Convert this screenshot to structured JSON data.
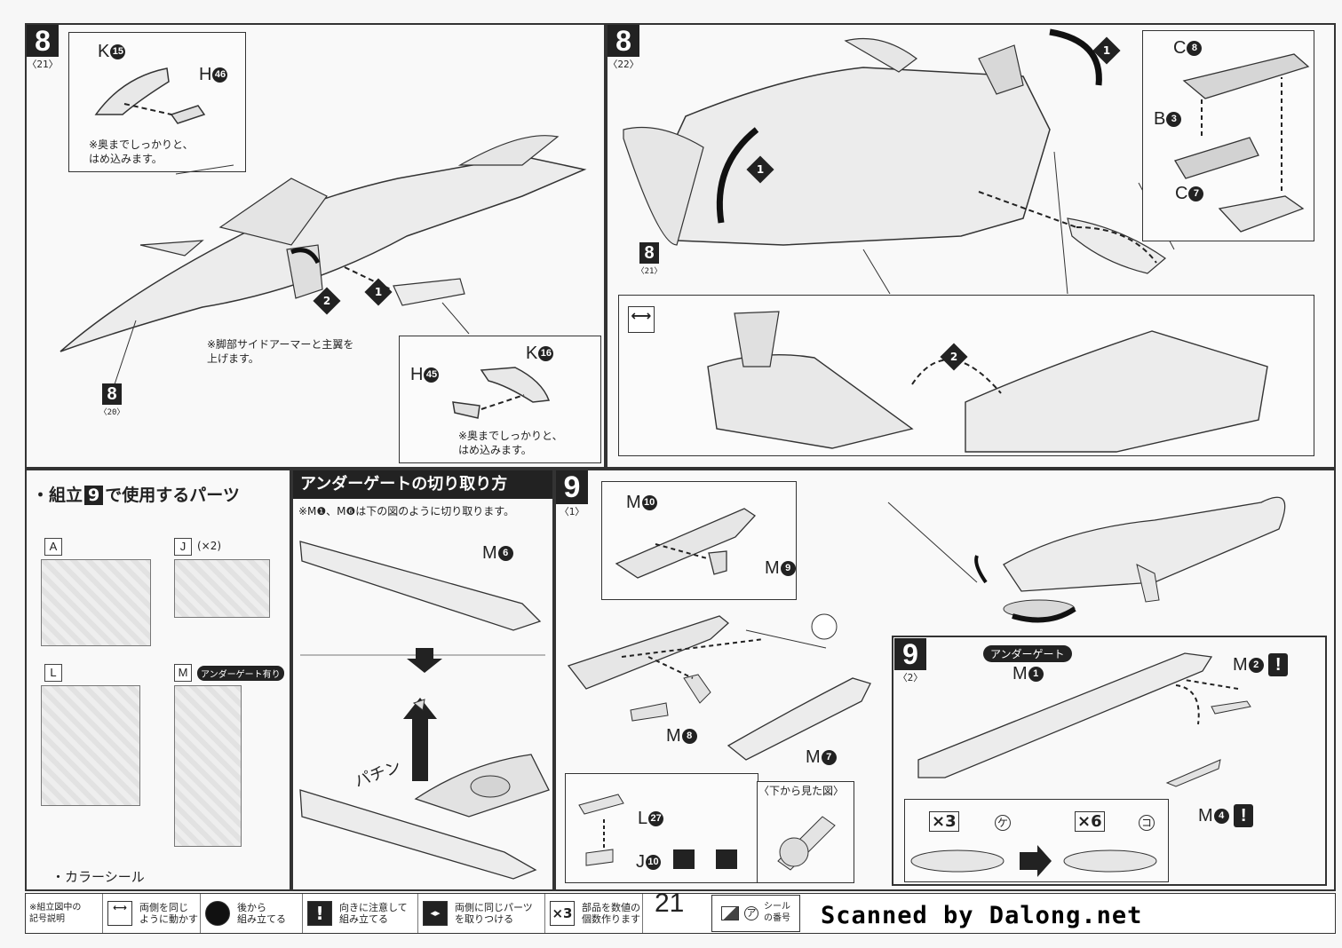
{
  "page_number": "21",
  "watermark": "Scanned by Dalong.net",
  "steps": {
    "s8_21": {
      "num": "8",
      "sub": "〈21〉"
    },
    "s8_22": {
      "num": "8",
      "sub": "〈22〉"
    },
    "s8_20_ref": {
      "num": "8",
      "sub": "〈20〉"
    },
    "s8_21_ref": {
      "num": "8",
      "sub": "〈21〉"
    },
    "s9_1": {
      "num": "9",
      "sub": "〈1〉"
    },
    "s9_2": {
      "num": "9",
      "sub": "〈2〉"
    }
  },
  "panel8_21": {
    "inset_top": {
      "part1": "K",
      "part1_no": "15",
      "part2": "H",
      "part2_no": "46",
      "note": "※奥までしっかりと、\nはめ込みます。"
    },
    "inset_bottom": {
      "part1": "H",
      "part1_no": "45",
      "part2": "K",
      "part2_no": "16",
      "note": "※奥までしっかりと、\nはめ込みます。"
    },
    "note_legs": "※脚部サイドアーマーと主翼を\n上げます。",
    "arrow1": "1",
    "arrow2": "2"
  },
  "panel8_22": {
    "inset": {
      "p1": "C",
      "p1_no": "8",
      "p2": "B",
      "p2_no": "3",
      "p3": "C",
      "p3_no": "7"
    },
    "arrow1a": "1",
    "arrow1b": "1",
    "arrow2": "2"
  },
  "parts_panel": {
    "title_pre": "・組立",
    "title_num": "9",
    "title_post": "で使用するパーツ",
    "runners": [
      {
        "id": "A",
        "qty": ""
      },
      {
        "id": "J",
        "qty": "(×2)"
      },
      {
        "id": "L",
        "qty": ""
      },
      {
        "id": "M",
        "qty": "アンダーゲート有り"
      }
    ],
    "color_seal": "・カラーシール"
  },
  "undergate_panel": {
    "title": "アンダーゲートの切り取り方",
    "note": "※M❶、M❻は下の図のように切り取ります。",
    "part": "M",
    "part_no": "6",
    "snap": "パチン"
  },
  "panel9_1": {
    "parts": {
      "m10": "M",
      "m10_no": "10",
      "m9": "M",
      "m9_no": "9",
      "m8": "M",
      "m8_no": "8",
      "m7": "M",
      "m7_no": "7",
      "l27": "L",
      "l27_no": "27",
      "j10": "J",
      "j10_no": "10"
    },
    "bottom_view": "〈下から見た図〉"
  },
  "panel9_2": {
    "tag": "アンダーゲート",
    "m1": "M",
    "m1_no": "1",
    "m2": "M",
    "m2_no": "2",
    "m4": "M",
    "m4_no": "4",
    "seal_left_qty": "×3",
    "seal_left_kana": "ケ",
    "seal_right_qty": "×6",
    "seal_right_kana": "コ"
  },
  "legend": {
    "head": "※組立図中の\n記号説明",
    "items": [
      {
        "text": "両側を同じ\nように動かす",
        "icon": "symmetry-move-icon"
      },
      {
        "text": "後から\n組み立てる",
        "icon": "assemble-later-icon"
      },
      {
        "text": "向きに注意して\n組み立てる",
        "icon": "orientation-warning-icon",
        "glyph": "!"
      },
      {
        "text": "両側に同じパーツ\nを取りつける",
        "icon": "both-sides-icon"
      },
      {
        "text": "部品を数値の\n個数作ります",
        "icon": "quantity-icon",
        "glyph": "×3"
      }
    ],
    "seal_text": "シール\nの番号",
    "seal_glyph": "ア"
  }
}
